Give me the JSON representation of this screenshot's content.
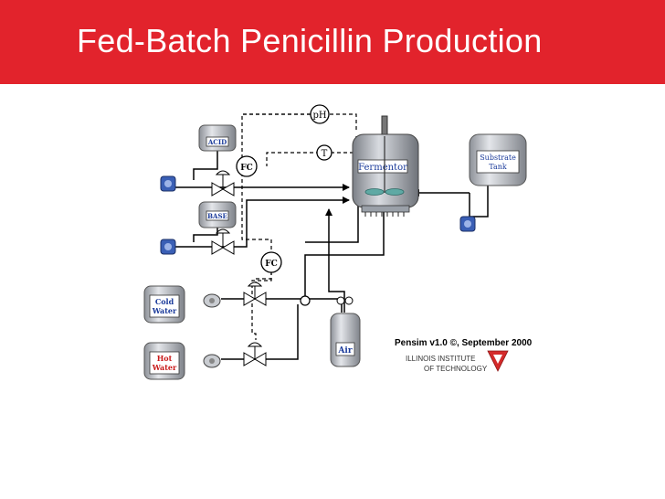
{
  "slide": {
    "title": "Fed-Batch Penicillin Production",
    "title_bar_color": "#e2232c"
  },
  "diagram": {
    "labels": {
      "acid": "ACID",
      "base": "BASE",
      "fermentor": "Fermentor",
      "substrate_line1": "Substrate",
      "substrate_line2": "Tank",
      "cold_line1": "Cold",
      "cold_line2": "Water",
      "hot_line1": "Hot",
      "hot_line2": "Water",
      "air": "Air",
      "ph": "pH",
      "temp": "T",
      "fc_top": "FC",
      "fc_bottom": "FC"
    },
    "credit": {
      "pensim": "Pensim v1.0 ©, September 2000",
      "iit_line1": "ILLINOIS INSTITUTE",
      "iit_line2": "OF TECHNOLOGY"
    },
    "colors": {
      "tank_label_blue": "#1a3a9a",
      "hot_water_red": "#c81818",
      "pump_blue": "#3a5fb5",
      "iit_red": "#d42a2a",
      "tank_gray": "#b8bcc2"
    }
  }
}
